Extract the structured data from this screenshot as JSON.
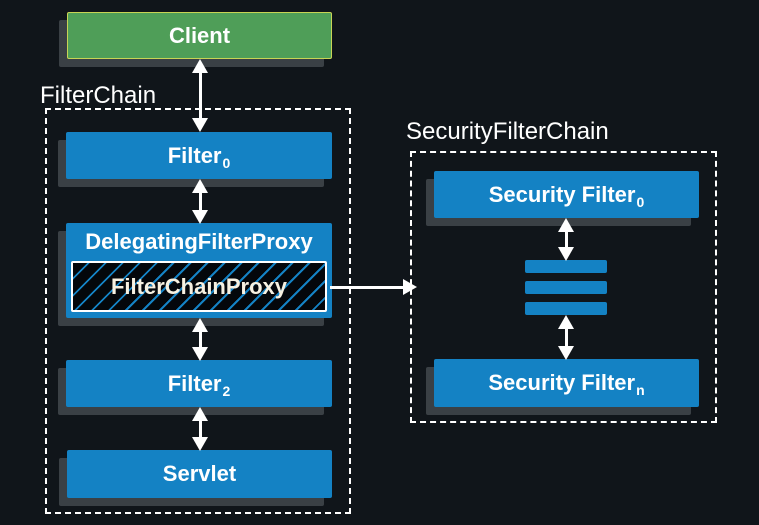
{
  "colors": {
    "background": "#10151a",
    "box_blue": "#1482c4",
    "box_green": "#4f9e58",
    "green_border": "#c8d455",
    "shadow": "#3a4045",
    "arrow_white": "#ffffff",
    "proxy_box_bg": "#04070b",
    "proxy_box_text": "#f7f1e1"
  },
  "client_box": {
    "label": "Client"
  },
  "filter_chain": {
    "title": "FilterChain",
    "filter0": {
      "label": "Filter",
      "sub": "0"
    },
    "delegating_proxy": {
      "label": "DelegatingFilterProxy"
    },
    "filter_chain_proxy": {
      "label": "FilterChainProxy"
    },
    "filter2": {
      "label": "Filter",
      "sub": "2"
    },
    "servlet": {
      "label": "Servlet"
    }
  },
  "security_filter_chain": {
    "title": "SecurityFilterChain",
    "security_filter_0": {
      "label": "Security Filter",
      "sub": "0"
    },
    "ellipsis_bar_count": 3,
    "security_filter_n": {
      "label": "Security Filter",
      "sub": "n"
    }
  }
}
